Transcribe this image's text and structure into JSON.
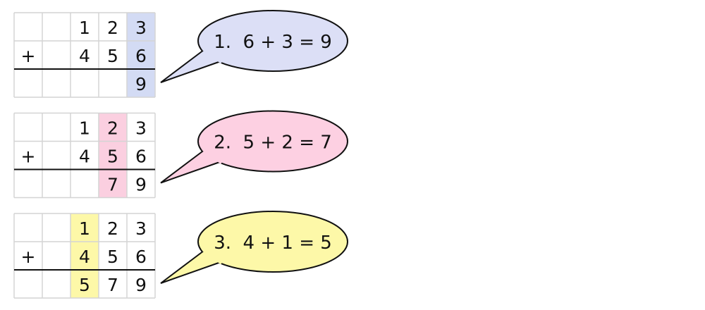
{
  "steps": [
    {
      "rows": [
        [
          "",
          "",
          "1",
          "2",
          "3"
        ],
        [
          "+",
          "",
          "4",
          "5",
          "6"
        ],
        [
          "",
          "",
          "",
          "",
          "9"
        ]
      ],
      "highlight_column": 4,
      "color": "#d3dbf4",
      "bubble_color": "#dcdff6",
      "bubble_text": "1.  6 + 3 = 9"
    },
    {
      "rows": [
        [
          "",
          "",
          "1",
          "2",
          "3"
        ],
        [
          "+",
          "",
          "4",
          "5",
          "6"
        ],
        [
          "",
          "",
          "",
          "7",
          "9"
        ]
      ],
      "highlight_column": 3,
      "color": "#fbcfe0",
      "bubble_color": "#fdd0e2",
      "bubble_text": "2.  5 + 2 = 7"
    },
    {
      "rows": [
        [
          "",
          "",
          "1",
          "2",
          "3"
        ],
        [
          "+",
          "",
          "4",
          "5",
          "6"
        ],
        [
          "",
          "",
          "5",
          "7",
          "9"
        ]
      ],
      "highlight_column": 2,
      "color": "#fdf8a8",
      "bubble_color": "#fdf8a8",
      "bubble_text": "3.  4 + 1 = 5"
    }
  ]
}
